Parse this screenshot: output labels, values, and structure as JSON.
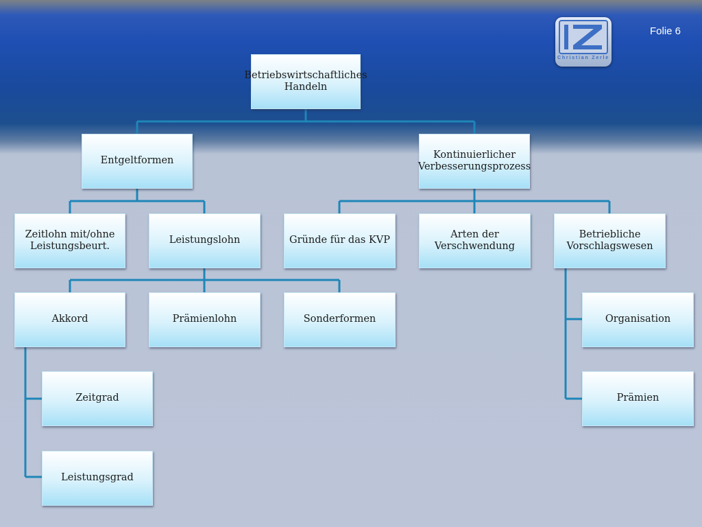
{
  "slide": {
    "number_label": "Folie 6"
  },
  "logo": {
    "text": "Christian Zerle",
    "colors": {
      "border": "#3d6fc4",
      "bg": "#c7d3e8"
    }
  },
  "colors": {
    "connector": "#1f86b8",
    "node_fill_top": "#ffffff",
    "node_fill_bottom": "#a6e0f7"
  },
  "diagram": {
    "type": "org-chart",
    "nodes": {
      "root": "Betriebswirtschaftliches Handeln",
      "entgeltformen": "Entgeltformen",
      "kvp": "Kontinuierlicher Verbesserungsprozess",
      "zeitlohn": "Zeitlohn mit/ohne Leistungsbeurt.",
      "leistungslohn": "Leistungslohn",
      "gruende": "Gründe für das KVP",
      "arten": "Arten der Verschwendung",
      "vorschlag": "Betriebliche Vorschlagswesen",
      "akkord": "Akkord",
      "praemienlohn": "Prämienlohn",
      "sonderformen": "Sonderformen",
      "organisation": "Organisation",
      "praemien": "Prämien",
      "zeitgrad": "Zeitgrad",
      "leistungsgrad": "Leistungsgrad"
    },
    "edges": [
      [
        "root",
        "entgeltformen"
      ],
      [
        "root",
        "kvp"
      ],
      [
        "entgeltformen",
        "zeitlohn"
      ],
      [
        "entgeltformen",
        "leistungslohn"
      ],
      [
        "kvp",
        "gruende"
      ],
      [
        "kvp",
        "arten"
      ],
      [
        "kvp",
        "vorschlag"
      ],
      [
        "leistungslohn",
        "akkord"
      ],
      [
        "leistungslohn",
        "praemienlohn"
      ],
      [
        "leistungslohn",
        "sonderformen"
      ],
      [
        "akkord",
        "zeitgrad"
      ],
      [
        "akkord",
        "leistungsgrad"
      ],
      [
        "vorschlag",
        "organisation"
      ],
      [
        "vorschlag",
        "praemien"
      ]
    ]
  }
}
